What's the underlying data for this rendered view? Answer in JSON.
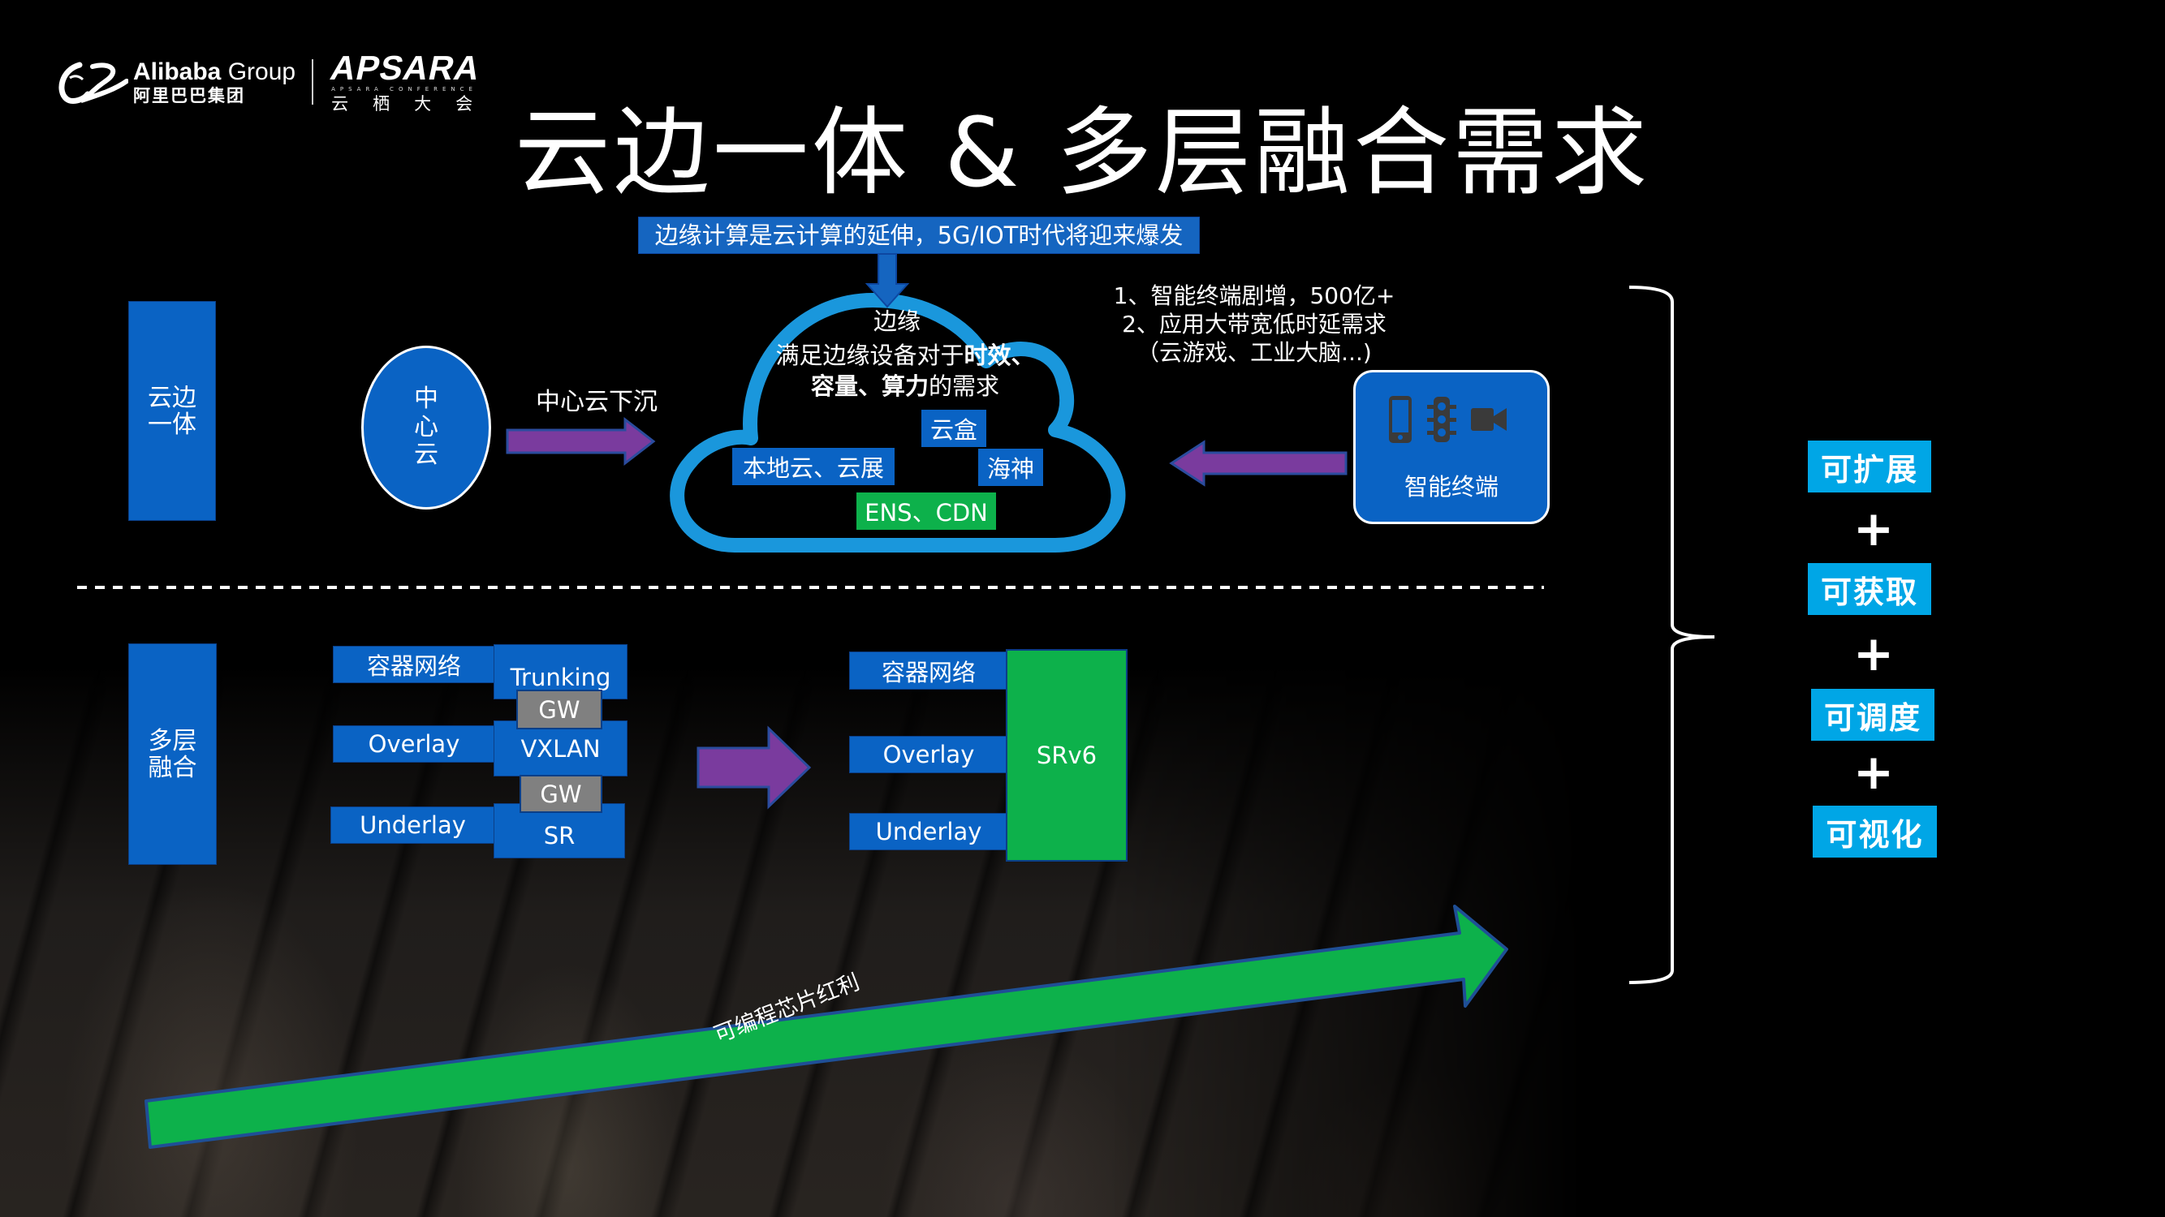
{
  "logos": {
    "alibaba_en_bold": "Alibaba",
    "alibaba_en_light": "Group",
    "alibaba_cn": "阿里巴巴集团",
    "apsara_en": "APSARA",
    "apsara_sub": "APSARA CONFERENCE",
    "apsara_cn": "云栖大会"
  },
  "title": "云边一体 & 多层融合需求",
  "cloud_edge": {
    "section_label": "云边一体",
    "banner": "边缘计算是云计算的延伸，5G/IOT时代将迎来爆发",
    "center_cloud": "中心云",
    "sink_label": "中心云下沉",
    "edge_title": "边缘",
    "edge_desc_plain_1": "满足边缘设备对于",
    "edge_desc_bold_1": "时效、",
    "edge_desc_bold_2": "容量、算力",
    "edge_desc_plain_2": "的需求",
    "tags": {
      "yunhe": "云盒",
      "local_cloud": "本地云、云展",
      "haishen": "海神",
      "ens_cdn": "ENS、CDN"
    },
    "needs": [
      "1、智能终端剧增，500亿+",
      "2、应用大带宽低时延需求",
      "（云游戏、工业大脑...)"
    ],
    "terminal_label": "智能终端",
    "terminal_icons": [
      "phone-icon",
      "traffic-light-icon",
      "video-camera-icon"
    ]
  },
  "multi_layer": {
    "section_label": "多层融合",
    "left": {
      "rows": [
        "容器网络",
        "Overlay",
        "Underlay"
      ],
      "stack": [
        "Trunking",
        "VXLAN",
        "SR"
      ],
      "gateways": [
        "GW",
        "GW"
      ]
    },
    "right": {
      "rows": [
        "容器网络",
        "Overlay",
        "Underlay"
      ],
      "unified": "SRv6"
    }
  },
  "chip_arrow_label": "可编程芯片红利",
  "capabilities": [
    "可扩展",
    "可获取",
    "可调度",
    "可视化"
  ],
  "plus_sign": "+",
  "colors": {
    "box_blue": "#0a63c4",
    "cloud_outline": "#1a97dc",
    "accent_green": "#0db14b",
    "arrow_purple": "#7a3b9e",
    "capability_cyan": "#00a6e6",
    "gateway_gray": "#808080"
  }
}
